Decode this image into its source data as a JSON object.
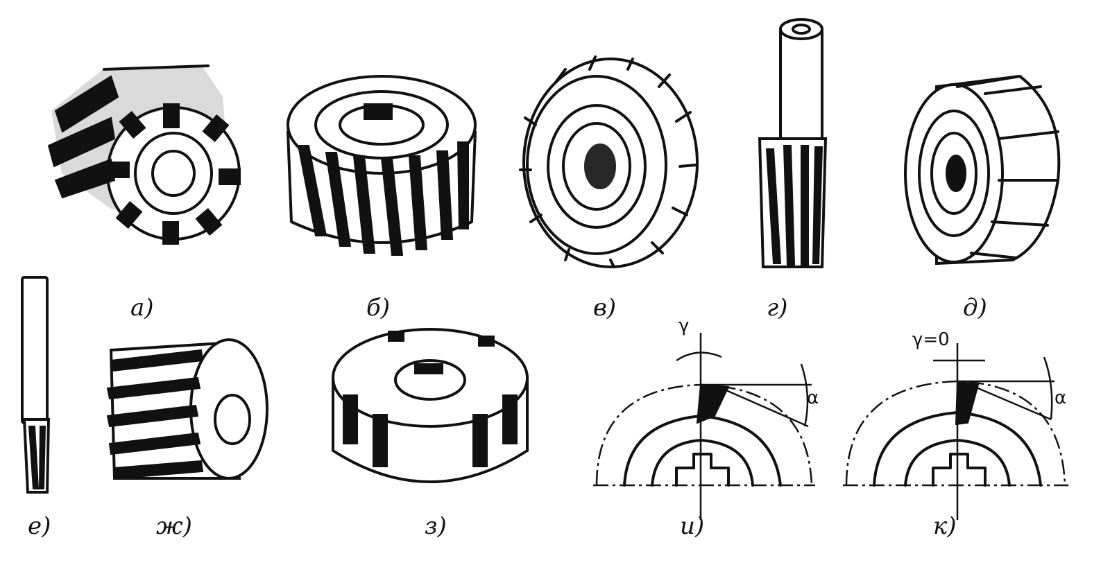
{
  "figure": {
    "labels": {
      "a": "а)",
      "b": "б)",
      "v": "в)",
      "g": "г)",
      "d": "д)",
      "e": "е)",
      "zh": "ж)",
      "z": "з)",
      "i": "и)",
      "k": "к)"
    },
    "annotations": {
      "gamma": "γ",
      "alpha_i": "α",
      "gamma_zero": "γ=0",
      "alpha_k": "α"
    }
  }
}
